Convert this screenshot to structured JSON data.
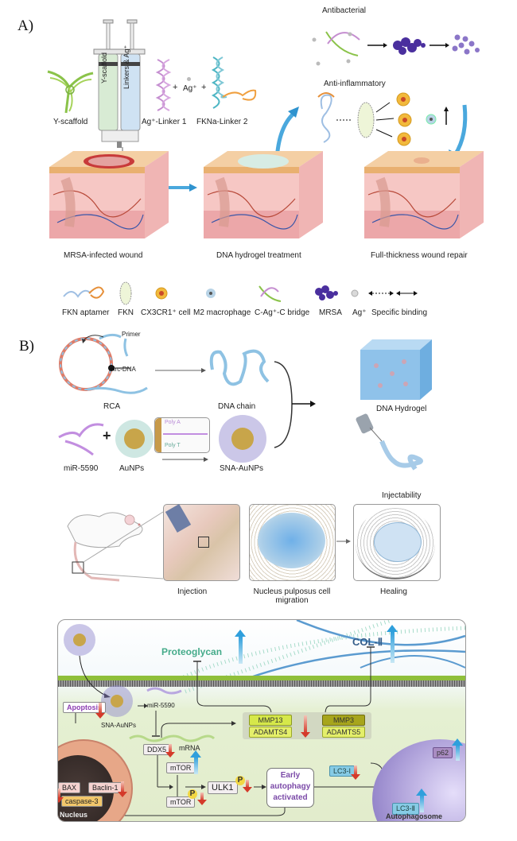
{
  "panel_a": {
    "letter": "A)",
    "syringe": {
      "left_barrel": "Y-scaffold",
      "right_barrel": "Linkers & Ag⁺"
    },
    "components": {
      "y_scaffold": "Y-scaffold",
      "plus1": "+",
      "ag_ion": "Ag⁺",
      "plus2": "+",
      "linker1": "Ag⁺-Linker 1",
      "linker2": "FKNa-Linker 2"
    },
    "effects": {
      "antibacterial": "Antibacterial",
      "anti_inflammatory": "Anti-inflammatory"
    },
    "stages": [
      "MRSA-infected wound",
      "DNA hydrogel treatment",
      "Full-thickness wound repair"
    ],
    "legend": [
      {
        "icon": "fkn-aptamer-icon",
        "label": "FKN aptamer"
      },
      {
        "icon": "fkn-icon",
        "label": "FKN"
      },
      {
        "icon": "cx3cr1-cell-icon",
        "label": "CX3CR1⁺ cell"
      },
      {
        "icon": "m2-macrophage-icon",
        "label": "M2 macrophage"
      },
      {
        "icon": "c-ag-c-bridge-icon",
        "label": "C-Ag⁺-C bridge"
      },
      {
        "icon": "mrsa-icon",
        "label": "MRSA"
      },
      {
        "icon": "ag-ion-icon",
        "label": "Ag⁺"
      },
      {
        "icon": "binding-arrows-icon",
        "label": "Specific binding"
      }
    ]
  },
  "panel_b": {
    "letter": "B)",
    "synthesis": {
      "primer": "Primer",
      "circ_dna": "Circ-DNA",
      "rca": "RCA",
      "dna_chain": "DNA chain",
      "mirna": "miR-5590",
      "plus": "+",
      "aunps": "AuNPs",
      "poly_a": "Poly A",
      "poly_t": "Poly T",
      "sna_aunps": "SNA-AuNPs",
      "dna_hydrogel": "DNA Hydrogel",
      "injectability": "Injectability"
    },
    "process": {
      "injection": "Injection",
      "migration": "Nucleus pulposus cell migration",
      "healing": "Healing"
    },
    "pathway": {
      "proteoglycan": "Proteoglycan",
      "col2": "COL-Ⅱ",
      "sna_aunps": "SNA-AuNPs",
      "mirna": "miR-5590",
      "apoptosis": "Apoptosis",
      "mmp13": "MMP13",
      "adamts4": "ADAMTS4",
      "mmp3": "MMP3",
      "adamts5": "ADAMTS5",
      "ddx5": "DDX5",
      "mrna": "mRNA",
      "mtor": "mTOR",
      "mtor_p": "mTOR",
      "p": "P",
      "ulk1": "ULK1",
      "early_autophagy": [
        "Early",
        "autophagy",
        "activated"
      ],
      "lc3_1": "LC3-I",
      "lc3_2": "LC3-Ⅱ",
      "p62": "p62",
      "autophagosome": "Autophagosome",
      "bax": "BAX",
      "beclin": "Baclin-1",
      "caspase": "caspase-3",
      "nucleus": "Nucleus"
    }
  }
}
